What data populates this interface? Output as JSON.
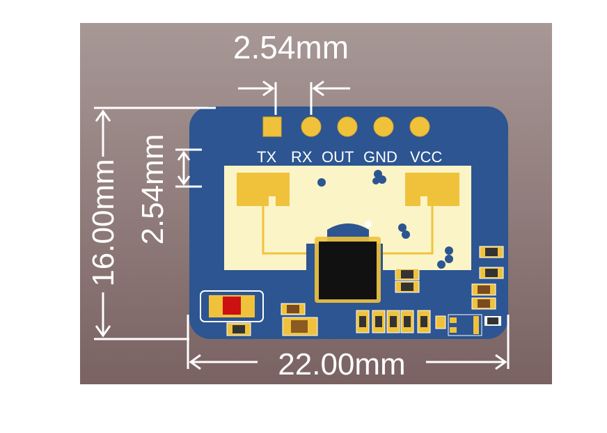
{
  "dimensions": {
    "pin_pitch_top": "2.54mm",
    "pin_pitch_side": "2.54mm",
    "height": "16.00mm",
    "width": "22.00mm"
  },
  "pins": [
    "TX",
    "RX",
    "OUT",
    "GND",
    "VCC"
  ],
  "colors": {
    "board": "#2c5591",
    "gold": "#f0c23c",
    "antenna_area": "#fbf4c6",
    "chip": "#111111",
    "background_top": "#a79896",
    "background_bottom": "#7a6262"
  }
}
